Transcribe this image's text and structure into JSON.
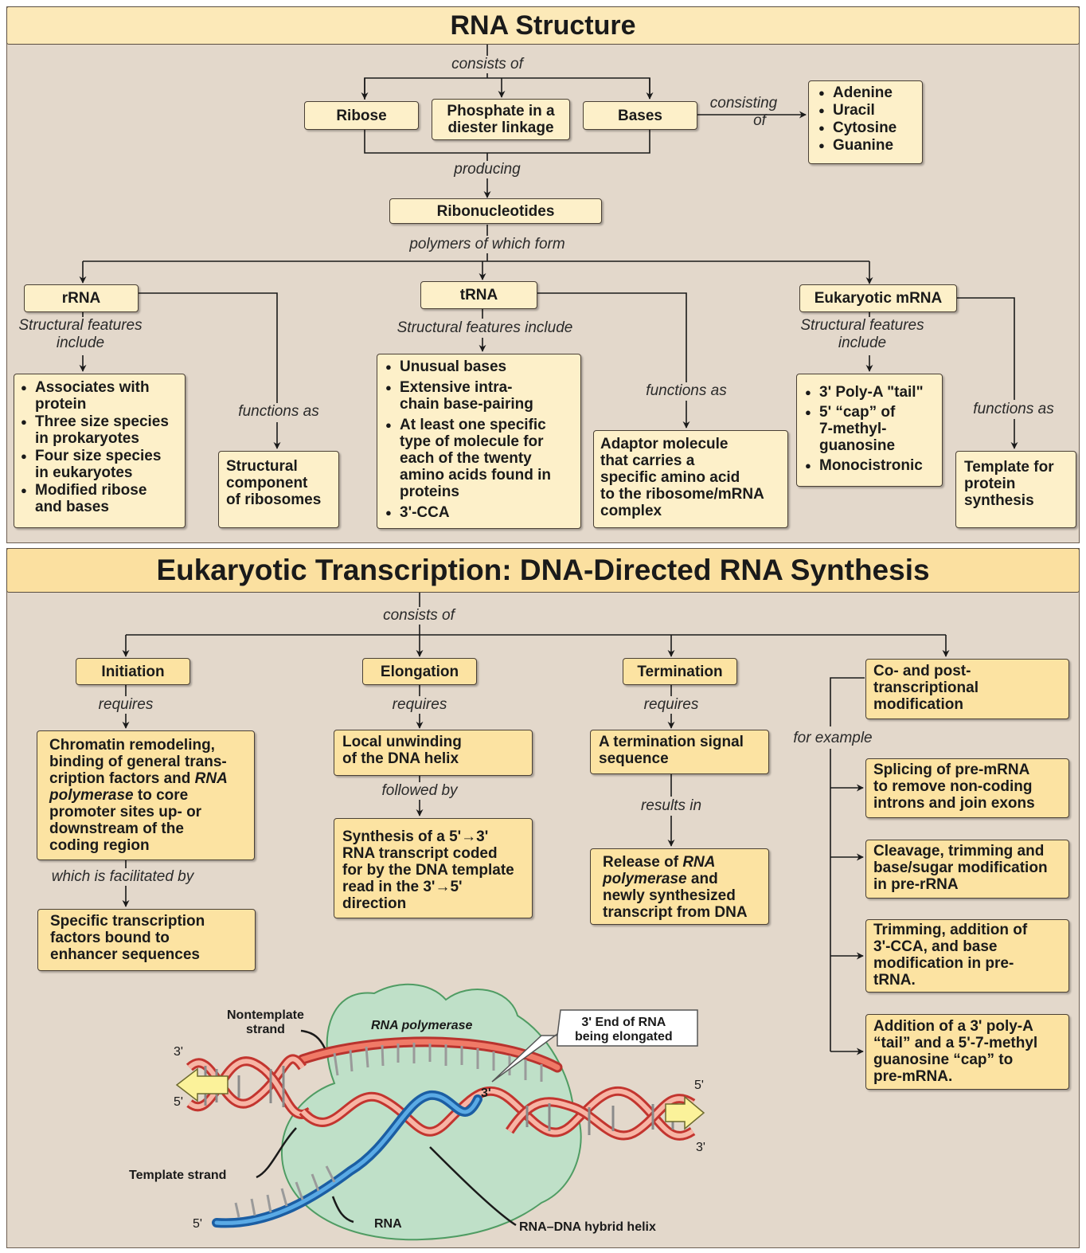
{
  "rna_structure": {
    "title": "RNA Structure",
    "consists_of": "consists of",
    "ribose": "Ribose",
    "phosphate": [
      "Phosphate in a",
      "diester linkage"
    ],
    "bases": "Bases",
    "consisting_of": [
      "consisting",
      "of"
    ],
    "base_list": [
      "Adenine",
      "Uracil",
      "Cytosine",
      "Guanine"
    ],
    "producing": "producing",
    "ribonucleotides": "Ribonucleotides",
    "polymers_form": "polymers of which form",
    "rrna": {
      "title": "rRNA",
      "features_label": [
        "Structural features",
        "include"
      ],
      "features": [
        [
          "Associates with",
          "protein"
        ],
        [
          "Three size species",
          "in prokaryotes"
        ],
        [
          "Four size species",
          "in eukaryotes"
        ],
        [
          "Modified ribose",
          "and bases"
        ]
      ],
      "functions_label": "functions as",
      "function": [
        "Structural",
        "component",
        "of ribosomes"
      ]
    },
    "trna": {
      "title": "tRNA",
      "features_label": "Structural features include",
      "features": [
        [
          "Unusual bases"
        ],
        [
          "Extensive intra-",
          "chain base-pairing"
        ],
        [
          "At least one specific",
          "type of molecule for",
          "each of the twenty",
          "amino acids found in",
          "proteins"
        ],
        [
          "3'-CCA"
        ]
      ],
      "functions_label": "functions as",
      "function": [
        "Adaptor molecule",
        "that carries a",
        "specific amino acid",
        "to the ribosome/mRNA",
        "complex"
      ]
    },
    "mrna": {
      "title": "Eukaryotic mRNA",
      "features_label": [
        "Structural features",
        "include"
      ],
      "features": [
        [
          "3' Poly-A \"tail\""
        ],
        [
          "5' “cap” of",
          "7-methyl-",
          "guanosine"
        ],
        [
          "Monocistronic"
        ]
      ],
      "functions_label": "functions as",
      "function": [
        "Template for",
        "protein",
        "synthesis"
      ]
    }
  },
  "transcription": {
    "title": "Eukaryotic Transcription: DNA-Directed RNA Synthesis",
    "consists_of": "consists of",
    "initiation": {
      "title": "Initiation",
      "requires": "requires",
      "req_lines": [
        [
          {
            "t": "Chromatin remodeling,"
          }
        ],
        [
          {
            "t": "binding of general trans-"
          }
        ],
        [
          {
            "t": "cription factors and "
          },
          {
            "t": "RNA",
            "i": true
          }
        ],
        [
          {
            "t": "polymerase",
            "i": true
          },
          {
            "t": " to core"
          }
        ],
        [
          {
            "t": "promoter sites up- or"
          }
        ],
        [
          {
            "t": "downstream of the"
          }
        ],
        [
          {
            "t": "coding region"
          }
        ]
      ],
      "facilitated_label": "which is facilitated by",
      "facilitated": [
        "Specific transcription",
        "factors bound to",
        "enhancer sequences"
      ]
    },
    "elongation": {
      "title": "Elongation",
      "requires": "requires",
      "req": [
        "Local unwinding",
        "of the DNA helix"
      ],
      "followed_label": "followed by",
      "synthesis": [
        "Synthesis of a  5'→3'",
        "RNA transcript coded",
        "for by the DNA template",
        "read in the 3'→5'",
        "direction"
      ]
    },
    "termination": {
      "title": "Termination",
      "requires": "requires",
      "req": [
        "A termination signal",
        "sequence"
      ],
      "results_label": "results in",
      "result_lines": [
        [
          {
            "t": "Release of "
          },
          {
            "t": "RNA",
            "i": true
          }
        ],
        [
          {
            "t": "polymerase",
            "i": true
          },
          {
            "t": " and"
          }
        ],
        [
          {
            "t": "newly synthesized"
          }
        ],
        [
          {
            "t": "transcript from DNA"
          }
        ]
      ]
    },
    "modification": {
      "title": [
        "Co- and post-",
        "transcriptional",
        "modification"
      ],
      "example_label": "for example",
      "examples": [
        [
          "Splicing of pre-mRNA",
          "to remove non-coding",
          "introns and join exons"
        ],
        [
          "Cleavage, trimming and",
          "base/sugar modification",
          "in pre-rRNA"
        ],
        [
          "Trimming, addition of",
          "3'-CCA, and base",
          "modification in pre-",
          "tRNA."
        ],
        [
          "Addition of a 3' poly-A",
          "“tail” and a 5'-7-methyl",
          "guanosine “cap” to",
          "pre-mRNA."
        ]
      ]
    },
    "illustration": {
      "polymerase": "RNA polymerase",
      "nontemplate": [
        "Nontemplate",
        "strand"
      ],
      "callout": [
        "3' End of RNA",
        "being elongated"
      ],
      "template": "Template strand",
      "rna": "RNA",
      "hybrid": "RNA–DNA hybrid helix",
      "end_labels": {
        "left_top": "3'",
        "left_bottom": "5'",
        "right_top": "5'",
        "right_bottom": "3'",
        "rna_tip": "3'",
        "rna_tail": "5'"
      }
    }
  }
}
